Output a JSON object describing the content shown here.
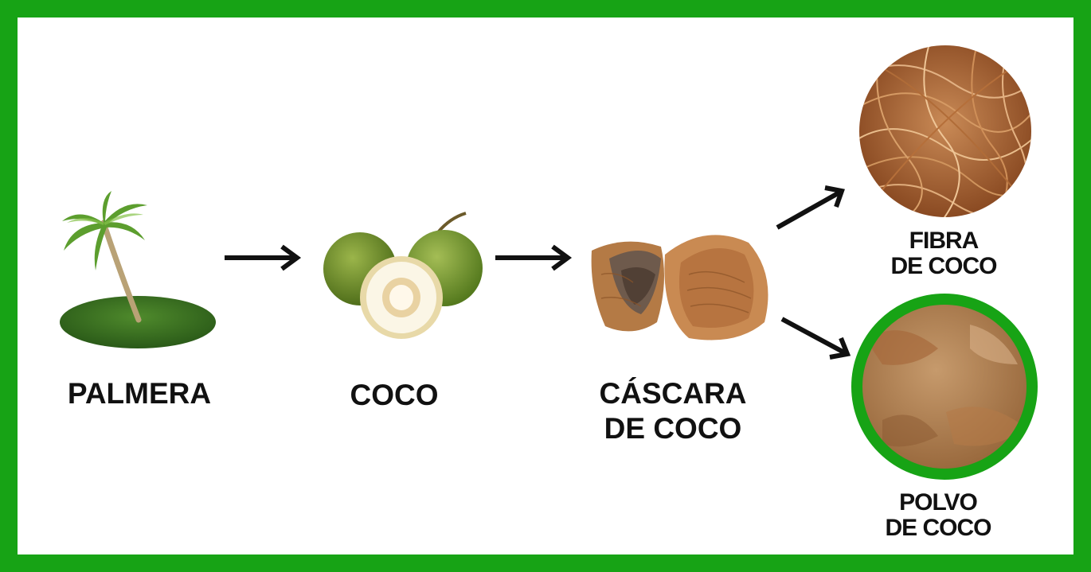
{
  "labels": {
    "palmera": "PALMERA",
    "coco": "COCO",
    "cascara": [
      "CÁSCARA",
      "DE COCO"
    ],
    "fibra": [
      "FIBRA",
      "DE COCO"
    ],
    "polvo": [
      "POLVO",
      "DE COCO"
    ]
  },
  "colors": {
    "frame": "#17a315",
    "highlight": "#17a315",
    "arrow": "#111111"
  }
}
